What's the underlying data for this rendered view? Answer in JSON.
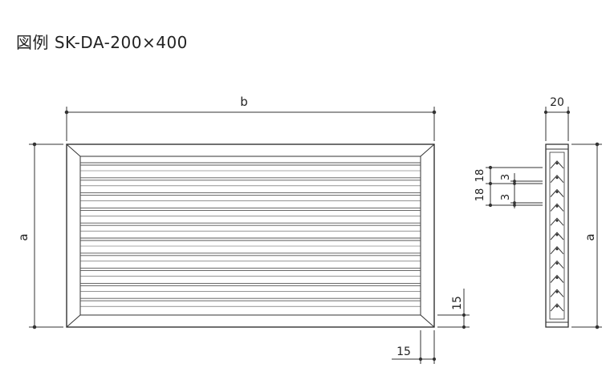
{
  "title": "図例 SK-DA-200×400",
  "front_view": {
    "width_label": "b",
    "height_label": "a",
    "frame_right_label": "15",
    "frame_bottom_label": "15"
  },
  "side_view": {
    "depth_label": "20",
    "height_label": "a",
    "pitch_labels": [
      "18",
      "18"
    ],
    "slat_labels": [
      "3",
      "3"
    ]
  }
}
